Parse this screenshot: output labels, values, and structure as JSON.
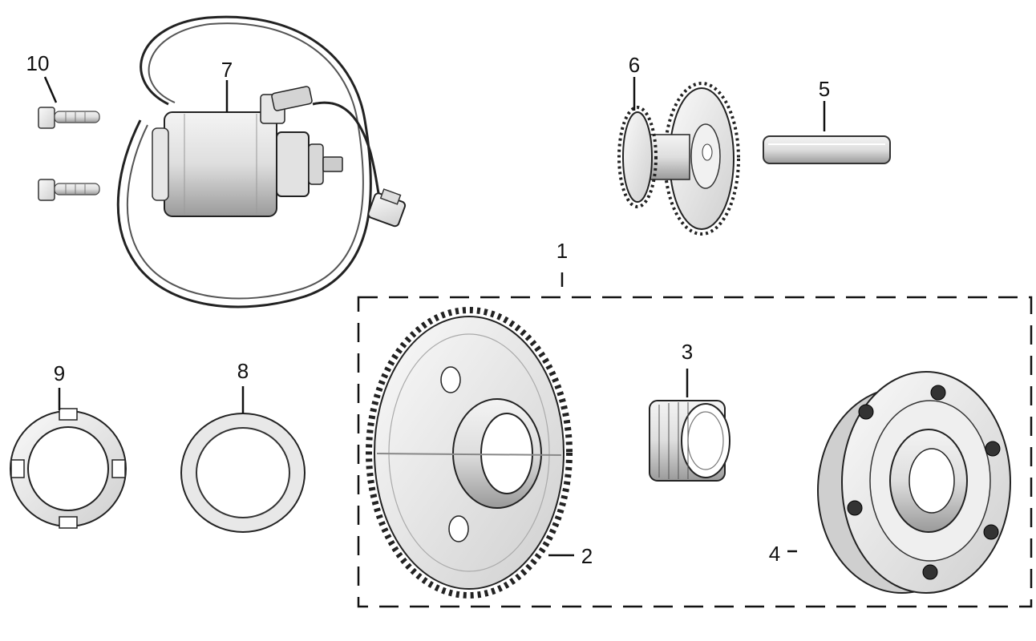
{
  "diagram": {
    "type": "exploded-parts-diagram",
    "colors": {
      "background": "#ffffff",
      "line": "#222222",
      "shade": "#d6d6d6",
      "light_shade": "#eeeeee",
      "dashed_box": "#111111"
    },
    "callouts": [
      {
        "id": "1",
        "label": "1",
        "part_icon": "assembly-group-box"
      },
      {
        "id": "2",
        "label": "2",
        "part_icon": "large-gear-icon"
      },
      {
        "id": "3",
        "label": "3",
        "part_icon": "needle-bearing-icon"
      },
      {
        "id": "4",
        "label": "4",
        "part_icon": "starter-clutch-icon"
      },
      {
        "id": "5",
        "label": "5",
        "part_icon": "shaft-pin-icon"
      },
      {
        "id": "6",
        "label": "6",
        "part_icon": "idler-gear-icon"
      },
      {
        "id": "7",
        "label": "7",
        "part_icon": "starter-motor-icon"
      },
      {
        "id": "8",
        "label": "8",
        "part_icon": "washer-icon"
      },
      {
        "id": "9",
        "label": "9",
        "part_icon": "castellated-nut-icon"
      },
      {
        "id": "10",
        "label": "10",
        "part_icon": "bolt-icon"
      }
    ]
  }
}
